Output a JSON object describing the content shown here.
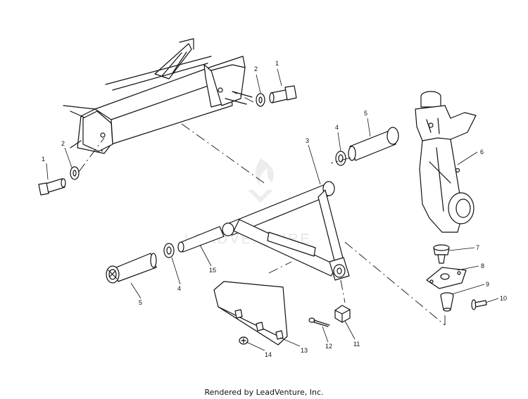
{
  "callouts": [
    {
      "id": "c1a",
      "label": "1"
    },
    {
      "id": "c2a",
      "label": "2"
    },
    {
      "id": "c1b",
      "label": "1"
    },
    {
      "id": "c2b",
      "label": "2"
    },
    {
      "id": "c3",
      "label": "3"
    },
    {
      "id": "c4a",
      "label": "4"
    },
    {
      "id": "c5a",
      "label": "5"
    },
    {
      "id": "c6",
      "label": "6"
    },
    {
      "id": "c7",
      "label": "7"
    },
    {
      "id": "c8",
      "label": "8"
    },
    {
      "id": "c9",
      "label": "9"
    },
    {
      "id": "c10",
      "label": "10"
    },
    {
      "id": "c11",
      "label": "11"
    },
    {
      "id": "c12",
      "label": "12"
    },
    {
      "id": "c13",
      "label": "13"
    },
    {
      "id": "c14",
      "label": "14"
    },
    {
      "id": "c15",
      "label": "15"
    },
    {
      "id": "c4b",
      "label": "4"
    },
    {
      "id": "c5b",
      "label": "5"
    }
  ],
  "watermark": "LEADVENTURE",
  "footer": "Rendered by LeadVenture, Inc.",
  "colors": {
    "line": "#111111",
    "background": "#ffffff",
    "watermark": "#e6e6e6"
  }
}
